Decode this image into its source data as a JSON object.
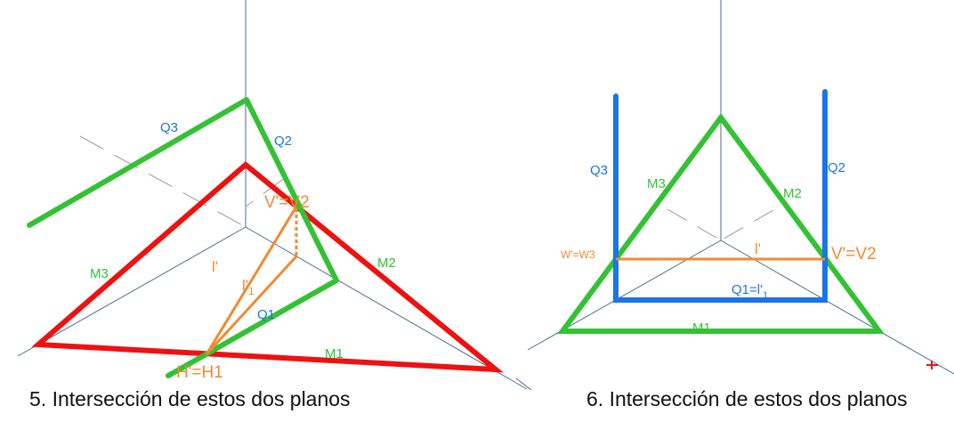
{
  "colors": {
    "red": "#ee1111",
    "green": "#33c233",
    "blue": "#1a75e8",
    "orange": "#f28a30",
    "axis": "#4a6e90",
    "gray": "#9a9a9a"
  },
  "figure5": {
    "caption": "5. Intersección de estos dos planos",
    "labels": {
      "q1": "Q1",
      "q2": "Q2",
      "q3": "Q3",
      "m1": "M1",
      "m2": "M2",
      "m3": "M3",
      "v": "V'=V2",
      "h": "H'=H1",
      "l": "l'",
      "l1": "l'",
      "l1_sub": "1"
    }
  },
  "figure6": {
    "caption": "6. Intersección de estos dos planos",
    "labels": {
      "q1": "Q1=l'",
      "q1_sub": "1",
      "q2": "Q2",
      "q3": "Q3",
      "m1": "M1",
      "m2": "M2",
      "m3": "M3",
      "v": "V'=V2",
      "w": "W'=W3",
      "l": "l'"
    }
  }
}
